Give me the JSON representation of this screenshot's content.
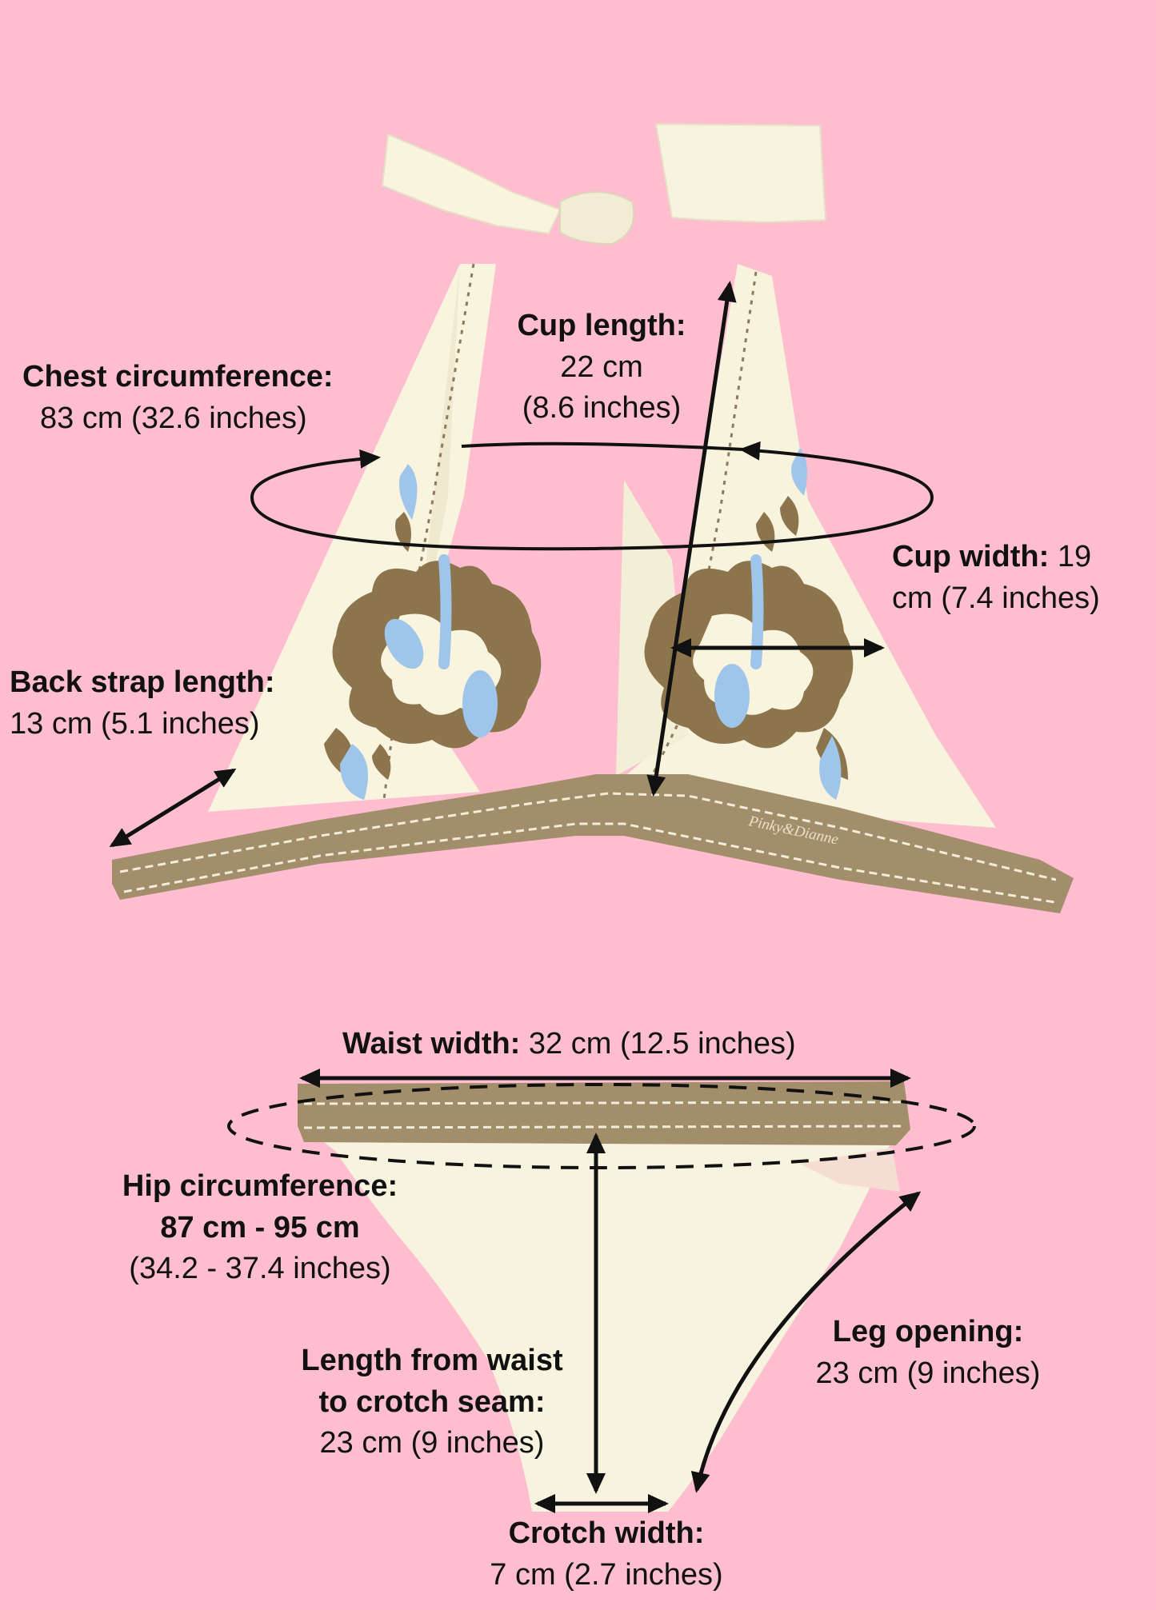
{
  "colors": {
    "background": "#ffbdd0",
    "fabric_cream": "#f8f4de",
    "trim_brown": "#a38e6c",
    "flower_brown": "#8c744c",
    "flower_blue": "#9fc6ea",
    "stitch_white": "#f3ecd8",
    "ink": "#111111"
  },
  "brand_mark": "Pinky&Dianne",
  "labels": {
    "chest": {
      "title": "Chest circumference:",
      "value": "83 cm (32.6 inches)"
    },
    "cup_length": {
      "title": "Cup length:",
      "value": "22 cm",
      "value2": "(8.6 inches)"
    },
    "cup_width": {
      "title": "Cup width:",
      "value_inline": " 19",
      "value": "cm (7.4 inches)"
    },
    "back_strap": {
      "title": "Back strap length:",
      "value": "13 cm (5.1 inches)"
    },
    "waist": {
      "title": "Waist width:",
      "value": " 32 cm (12.5 inches)"
    },
    "hip": {
      "title": "Hip circumference:",
      "value_bold": "87 cm - 95 cm",
      "value": "(34.2 - 37.4 inches)"
    },
    "length_crotch": {
      "title1": "Length from waist",
      "title2": "to crotch seam:",
      "value": "23 cm (9 inches)"
    },
    "leg": {
      "title": "Leg opening:",
      "value": "23 cm (9 inches)"
    },
    "crotch_width": {
      "title": "Crotch width:",
      "value": "7 cm (2.7 inches)"
    }
  }
}
